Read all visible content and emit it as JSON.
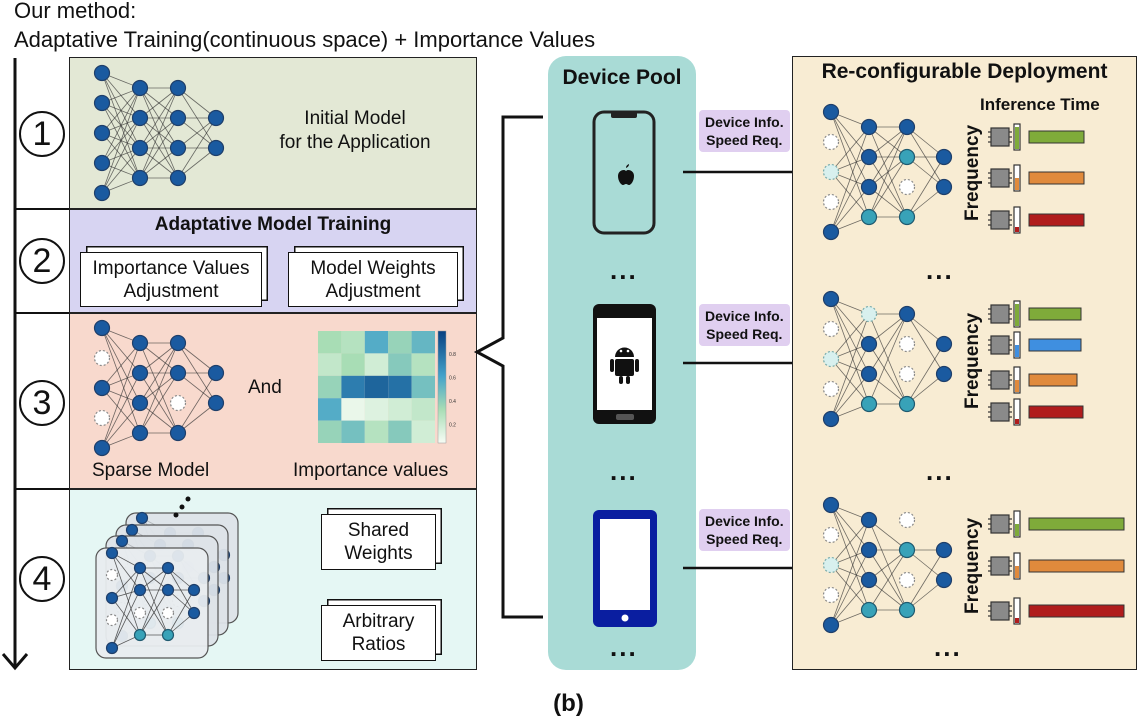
{
  "header": {
    "line1": "Our method:",
    "line2": "Adaptative Training(continuous space) + Importance Values"
  },
  "steps": [
    {
      "number": "1",
      "text_line1": "Initial Model",
      "text_line2": "for the Application"
    },
    {
      "number": "2",
      "title": "Adaptative Model Training",
      "card1_line1": "Importance Values",
      "card1_line2": "Adjustment",
      "card2_line1": "Model Weights",
      "card2_line2": "Adjustment"
    },
    {
      "number": "3",
      "left_caption": "Sparse Model",
      "connector": "And",
      "right_caption": "Importance values",
      "colorbar_ticks": [
        "0.8",
        "0.6",
        "0.4",
        "0.2"
      ]
    },
    {
      "number": "4",
      "card1_line1": "Shared",
      "card1_line2": "Weights",
      "card2_line1": "Arbitrary",
      "card2_line2": "Ratios"
    }
  ],
  "device_pool": {
    "title": "Device Pool",
    "devices": [
      "iPhone",
      "Android phone",
      "Tablet"
    ],
    "ellipsis": "..."
  },
  "tags": [
    {
      "line1": "Device Info.",
      "line2": "Speed Req."
    },
    {
      "line1": "Device Info.",
      "line2": "Speed Req."
    },
    {
      "line1": "Device Info.",
      "line2": "Speed Req."
    }
  ],
  "deployment": {
    "title": "Re-configurable Deployment",
    "inference_label": "Inference Time",
    "frequency_label": "Frequency",
    "groups": [
      {
        "bars": [
          {
            "color": "#7fab3a",
            "level": 0.55
          },
          {
            "color": "#e08a3c",
            "level": 0.55
          },
          {
            "color": "#b01c1c",
            "level": 0.55
          }
        ]
      },
      {
        "bars": [
          {
            "color": "#7fab3a",
            "level": 0.52
          },
          {
            "color": "#3f8fe0",
            "level": 0.52
          },
          {
            "color": "#e08a3c",
            "level": 0.48
          },
          {
            "color": "#b01c1c",
            "level": 0.54
          }
        ]
      },
      {
        "bars": [
          {
            "color": "#7fab3a",
            "level": 0.95
          },
          {
            "color": "#e08a3c",
            "level": 0.95
          },
          {
            "color": "#b01c1c",
            "level": 0.95
          }
        ]
      }
    ]
  },
  "caption": "(b)",
  "colors": {
    "panel1": "#e3e8d5",
    "panel2": "#d7d4f2",
    "panel3": "#f8d9cd",
    "panel4": "#e5f7f4",
    "pool": "#a9dbd6",
    "deploy": "#f8ecd3",
    "node": "#1a5aa0"
  }
}
